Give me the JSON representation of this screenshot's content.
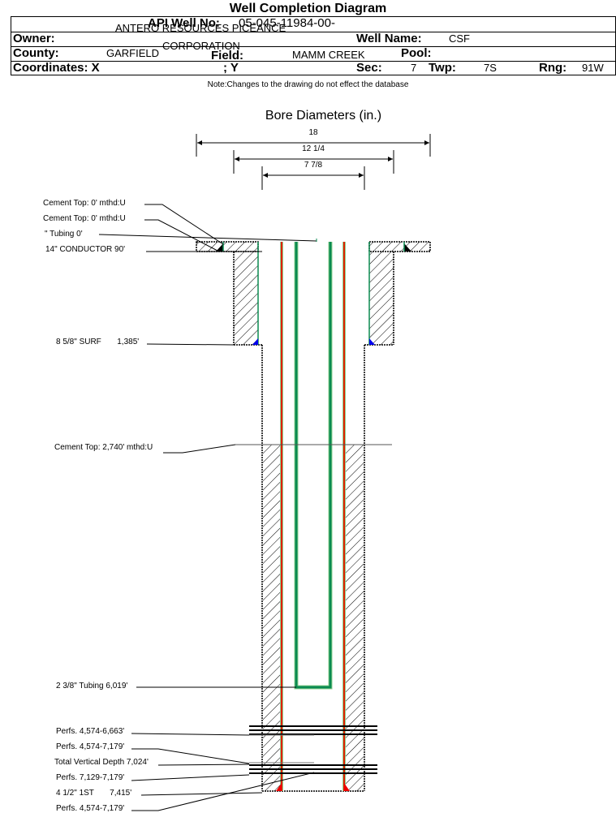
{
  "header": {
    "title": "Well Completion Diagram",
    "api_label": "API Well No:",
    "api_value": "05-045-11984-00-",
    "owner_label": "Owner:",
    "owner_value_line1": "ANTERO RESOURCES PICEANCE",
    "owner_value_line2": "CORPORATION",
    "well_name_label": "Well Name:",
    "well_name_value": "CSF",
    "county_label": "County:",
    "county_value": "GARFIELD",
    "field_label": "Field:",
    "field_value": "MAMM CREEK",
    "pool_label": "Pool:",
    "pool_value": "",
    "coords_label": "Coordinates: X",
    "coords_y_label": "; Y",
    "sec_label": "Sec:",
    "sec_value": "7",
    "twp_label": "Twp:",
    "twp_value": "7S",
    "rng_label": "Rng:",
    "rng_value": "91W"
  },
  "note": "Note:Changes to the drawing do not effect the database",
  "bore": {
    "title": "Bore Diameters (in.)",
    "diameters": [
      {
        "label": "18"
      },
      {
        "label": "12 1/4"
      },
      {
        "label": "7 7/8"
      }
    ]
  },
  "annotations": [
    {
      "id": "cement-top-1",
      "text": "Cement Top: 0' mthd:U"
    },
    {
      "id": "cement-top-2",
      "text": "Cement Top: 0' mthd:U"
    },
    {
      "id": "tubing-top",
      "text": "\" Tubing 0'"
    },
    {
      "id": "conductor",
      "text": "14\" CONDUCTOR  90'"
    },
    {
      "id": "surface-casing",
      "text": "8 5/8\" SURF       1,385'"
    },
    {
      "id": "cement-top-3",
      "text": "Cement Top: 2,740' mthd:U"
    },
    {
      "id": "tubing",
      "text": "2 3/8\" Tubing 6,019'"
    },
    {
      "id": "perfs-1",
      "text": "Perfs. 4,574-6,663'"
    },
    {
      "id": "perfs-2",
      "text": "Perfs. 4,574-7,179'"
    },
    {
      "id": "tvd",
      "text": "Total Vertical Depth 7,024'"
    },
    {
      "id": "perfs-3",
      "text": "Perfs. 7,129-7,179'"
    },
    {
      "id": "production-casing",
      "text": "4 1/2\" 1ST       7,415'"
    },
    {
      "id": "perfs-4",
      "text": "Perfs. 4,574-7,179'"
    }
  ],
  "colors": {
    "casing": "#e02000",
    "casing_edge": "#1a8a1a",
    "tubing": "#0a8a50",
    "tubing_edge": "#8fd08f",
    "shoe_surface": "#0000ee",
    "shoe_production": "#ee0000",
    "hatch": "#000000"
  }
}
